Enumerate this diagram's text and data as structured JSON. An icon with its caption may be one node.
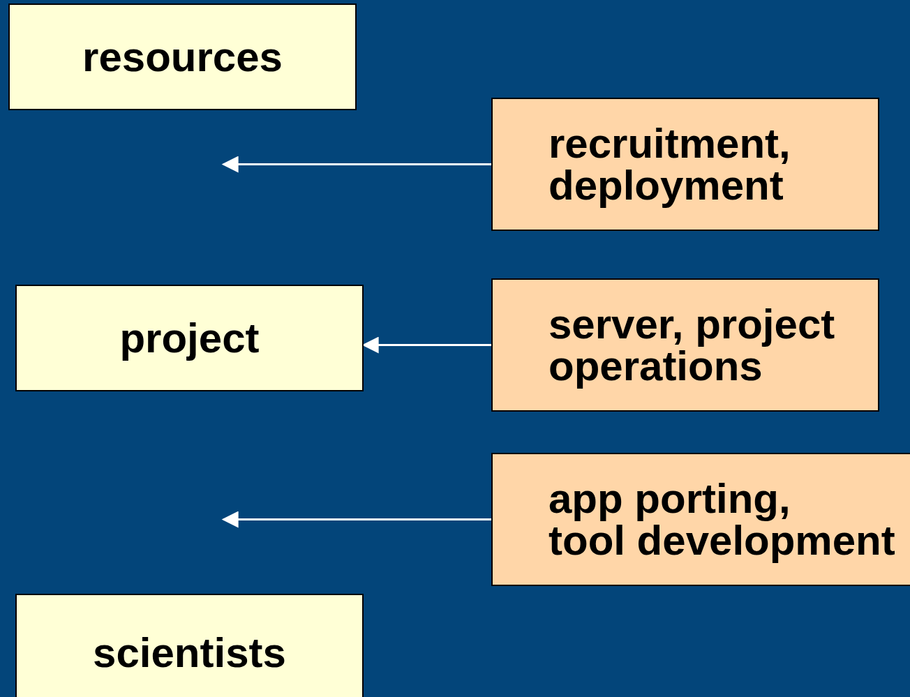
{
  "diagram": {
    "nodes": [
      {
        "text": [
          "resources"
        ]
      },
      {
        "text": [
          "recruitment, deployment"
        ]
      },
      {
        "text": [
          "project"
        ]
      },
      {
        "text": [
          "server, project operations"
        ]
      },
      {
        "text": [
          "app porting, tool development"
        ]
      },
      {
        "text": [
          "scientists"
        ]
      }
    ],
    "edges": [
      {
        "from": 1,
        "to": null,
        "arrow": "to"
      },
      {
        "from": 3,
        "to": 2,
        "arrow": "to"
      },
      {
        "from": 4,
        "to": null,
        "arrow": "to"
      }
    ]
  }
}
